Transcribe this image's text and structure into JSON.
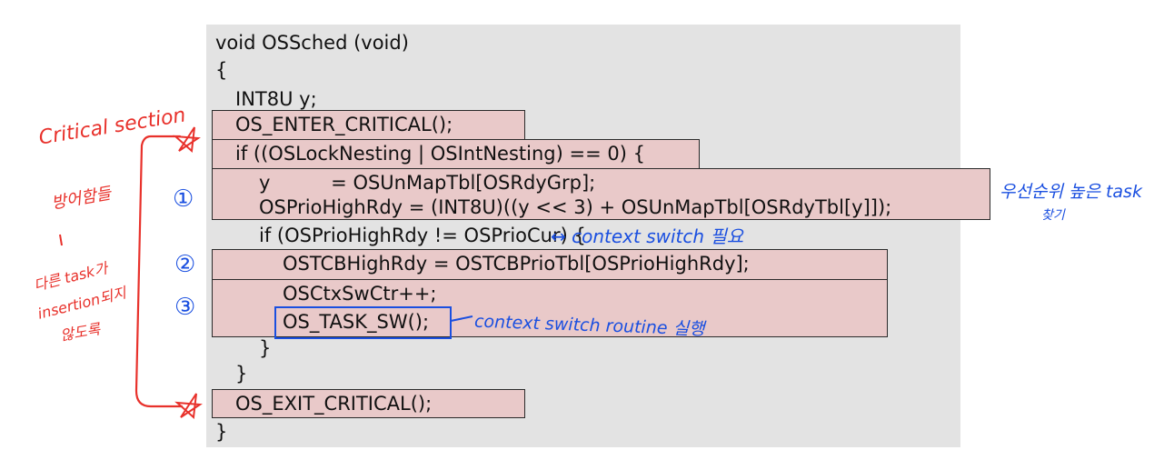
{
  "code": {
    "lines": [
      "void OSSched (void)",
      "{",
      "INT8U y;",
      "OS_ENTER_CRITICAL();",
      "if ((OSLockNesting | OSIntNesting) == 0) {",
      "y          = OSUnMapTbl[OSRdyGrp];",
      "OSPrioHighRdy = (INT8U)((y << 3) + OSUnMapTbl[OSRdyTbl[y]]);",
      "if (OSPrioHighRdy != OSPrioCur) {",
      "OSTCBHighRdy = OSTCBPrioTbl[OSPrioHighRdy];",
      "OSCtxSwCtr++;",
      "OS_TASK_SW();",
      "}",
      "}",
      "OS_EXIT_CRITICAL();",
      "}"
    ]
  },
  "annotations": {
    "critical_section": "Critical section",
    "side_note": [
      "방어함들",
      "다른 task가",
      "insertion되지",
      "않도록"
    ],
    "step_1": "①",
    "step_2": "②",
    "step_3": "③",
    "priority_note": [
      "우선순위 높은 task",
      "찾기"
    ],
    "context_switch_needed": "↔ context switch 필요",
    "context_switch_routine": "context switch routine 실행"
  },
  "colors": {
    "panel": "#e3e3e3",
    "highlight": "#e9c9c9",
    "ink_red": "#e8312b",
    "ink_blue": "#1a4fe0"
  }
}
